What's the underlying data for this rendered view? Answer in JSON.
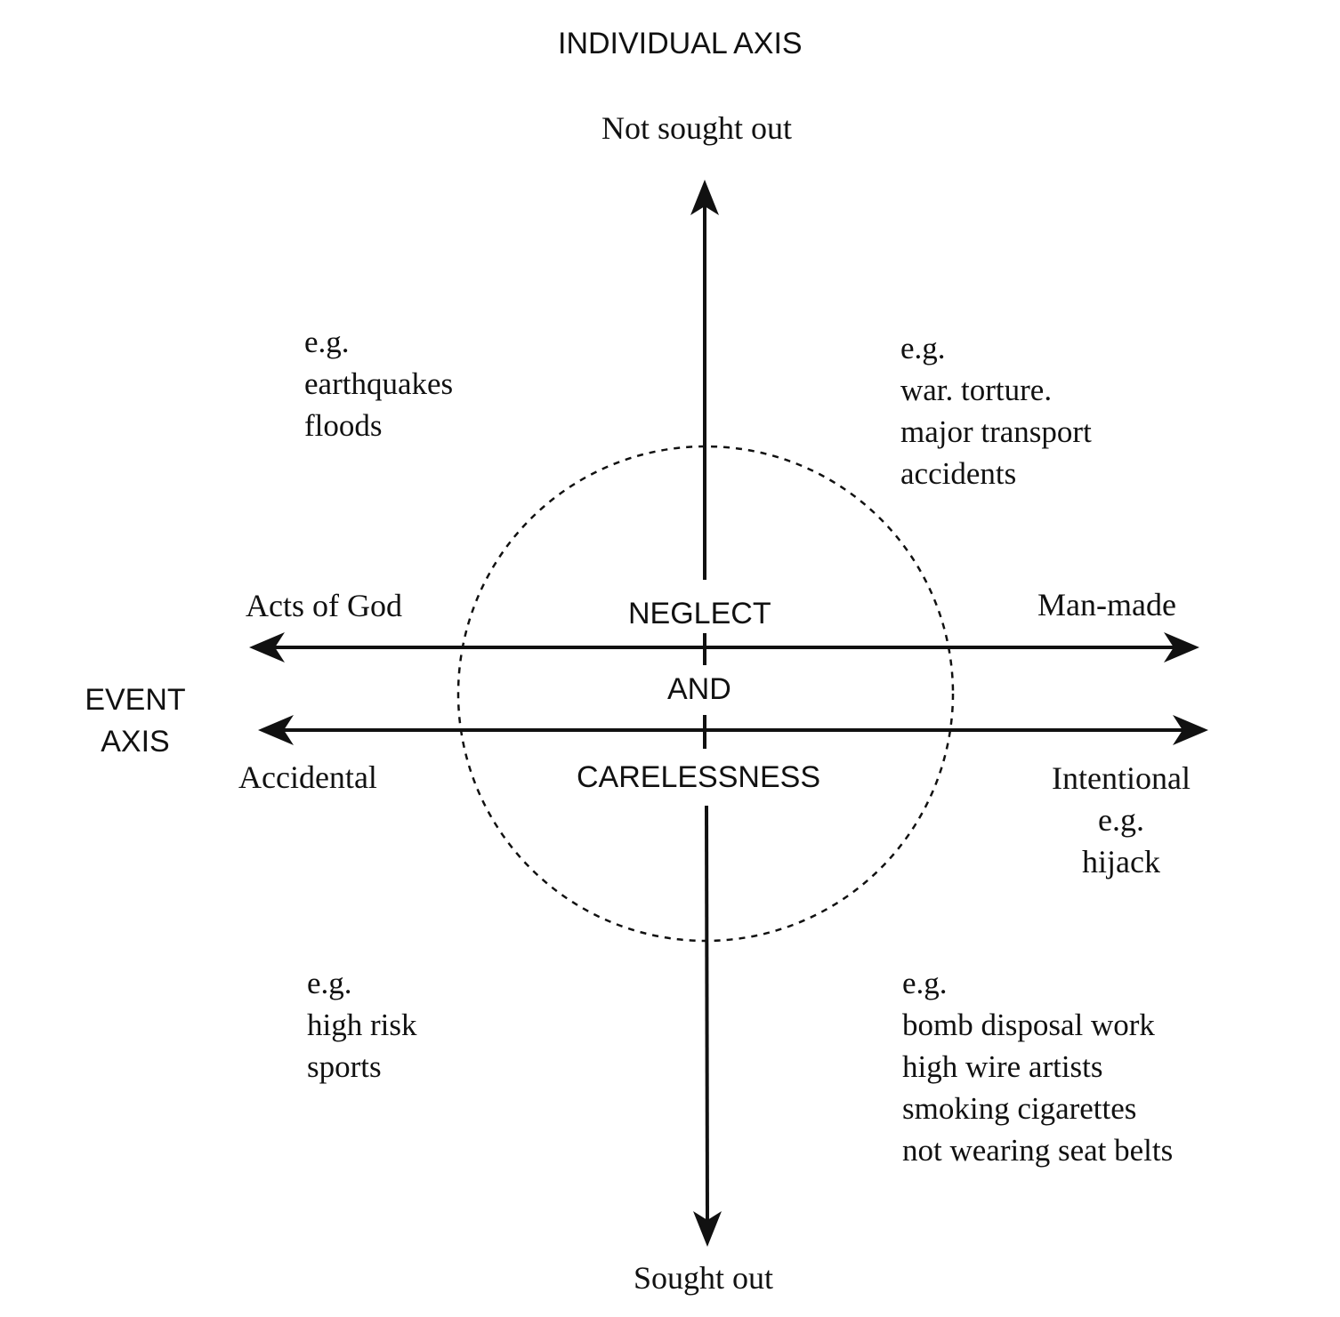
{
  "individual_axis": {
    "title": "INDIVIDUAL AXIS",
    "top_label": "Not sought out",
    "bottom_label": "Sought out"
  },
  "event_axis": {
    "title_line1": "EVENT",
    "title_line2": "AXIS",
    "upper_left": "Acts of God",
    "upper_right": "Man-made",
    "lower_left": "Accidental",
    "lower_right": "Intentional"
  },
  "center": {
    "line1": "NEGLECT",
    "line2": "AND",
    "line3": "CARELESSNESS"
  },
  "examples": {
    "top_left": [
      "e.g.",
      "earthquakes",
      "floods"
    ],
    "top_right": [
      "e.g.",
      "war. torture.",
      "major transport",
      "accidents"
    ],
    "right_middle": [
      "e.g.",
      "hijack"
    ],
    "bottom_left": [
      "e.g.",
      "high risk",
      "sports"
    ],
    "bottom_right": [
      "e.g.",
      "bomb disposal work",
      "high wire artists",
      "smoking cigarettes",
      "not wearing seat belts"
    ]
  },
  "colors": {
    "ink": "#111111",
    "background": "#ffffff"
  }
}
